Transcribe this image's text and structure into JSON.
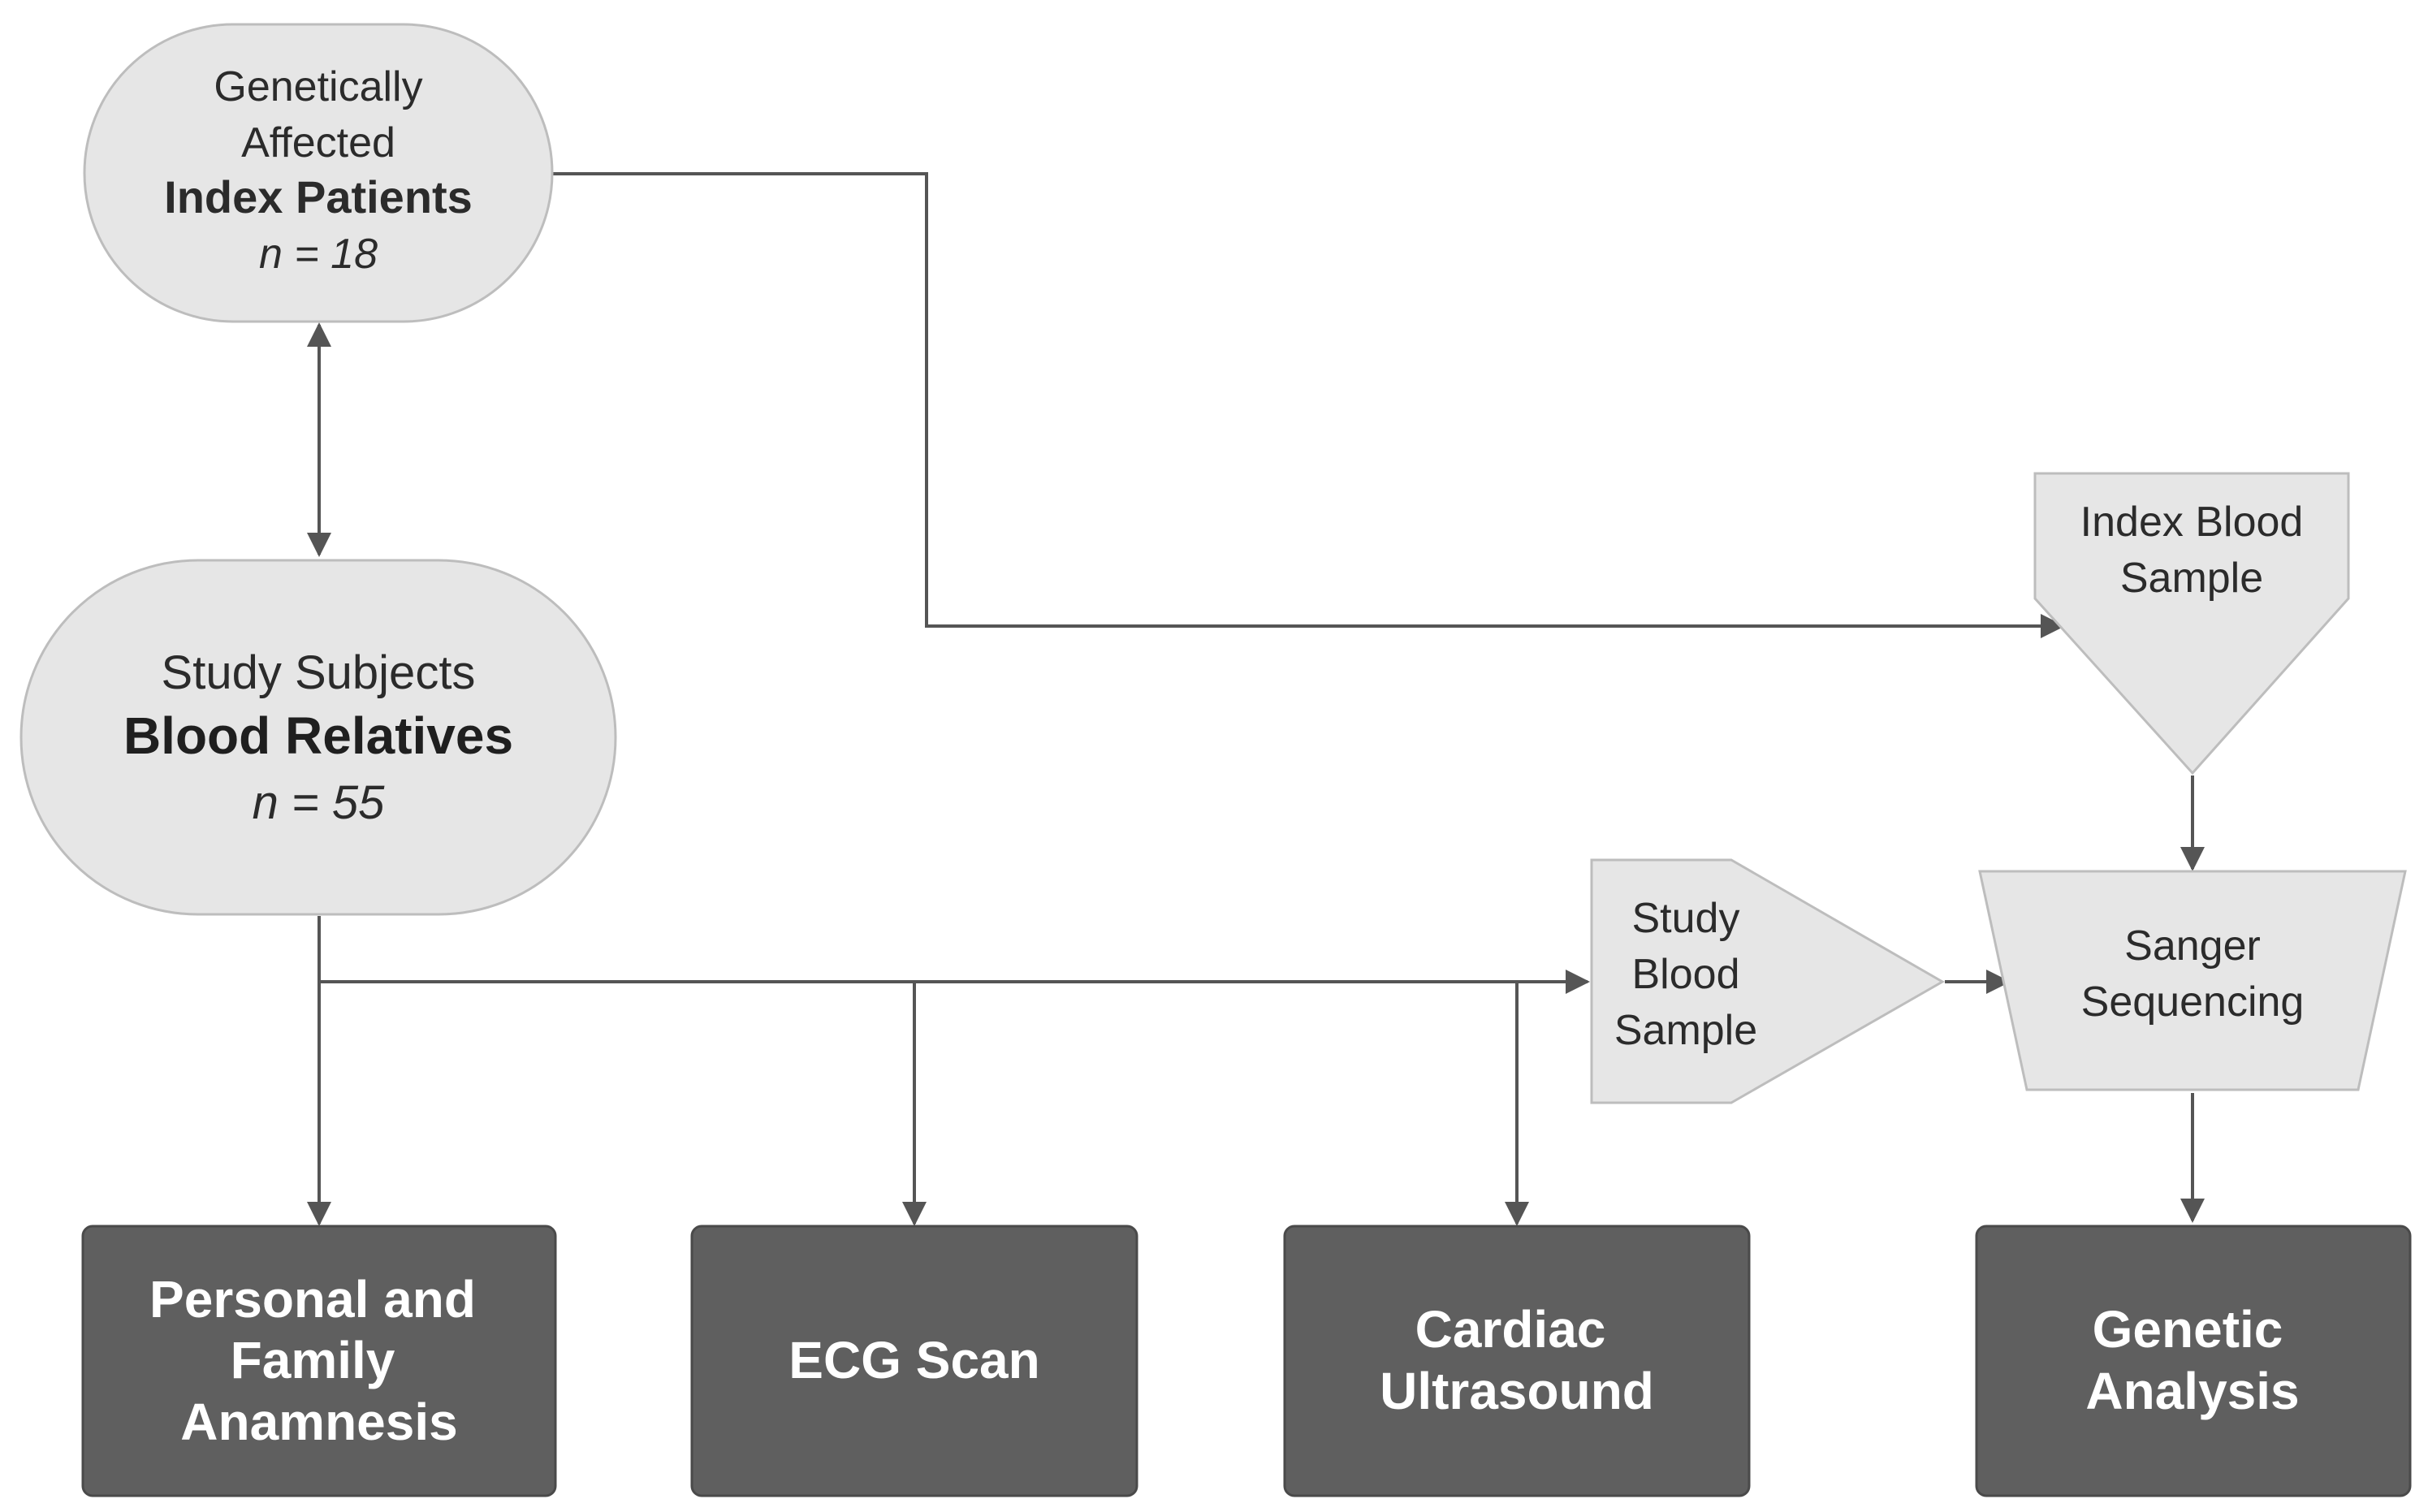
{
  "nodes": {
    "index_patients": {
      "line1": "Genetically",
      "line2": "Affected",
      "title": "Index Patients",
      "count": "n = 18"
    },
    "blood_relatives": {
      "line1": "Study Subjects",
      "title": "Blood Relatives",
      "count": "n = 55"
    },
    "index_blood_sample": {
      "line1": "Index Blood",
      "line2": "Sample"
    },
    "study_blood_sample": {
      "line1": "Study",
      "line2": "Blood",
      "line3": "Sample"
    },
    "sanger_sequencing": {
      "line1": "Sanger",
      "line2": "Sequencing"
    }
  },
  "outcomes": {
    "anamnesis": {
      "line1": "Personal and",
      "line2": "Family",
      "line3": "Anamnesis"
    },
    "ecg": {
      "line1": "ECG Scan"
    },
    "ultrasound": {
      "line1": "Cardiac",
      "line2": "Ultrasound"
    },
    "genetic": {
      "line1": "Genetic",
      "line2": "Analysis"
    }
  },
  "colors": {
    "node_fill": "#e6e6e6",
    "outcome_fill": "#5f5f5f",
    "line": "#555555"
  }
}
